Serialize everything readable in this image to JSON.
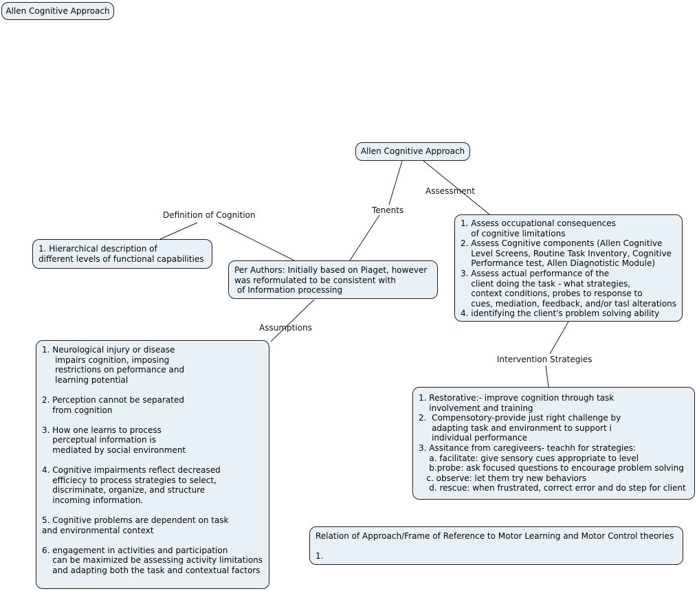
{
  "colors": {
    "node_fill": "#e9f1f6",
    "node_border": "#1f1f1f",
    "edge_line": "#1a1a1a",
    "background": "#ffffff",
    "text": "#050505"
  },
  "nodes": {
    "floating_root": {
      "label": "Allen Cognitive Approach"
    },
    "root": {
      "label": "Allen Cognitive Approach"
    },
    "definition_detail": {
      "text": "1. Hierarchical description of\ndifferent levels of functional capabilities"
    },
    "per_authors": {
      "text": "Per Authors: Initially based on Piaget, however\nwas reformulated to be consistent with\n of Information processing"
    },
    "assessment_detail": {
      "text": "1. Assess occupational consequences\n    of cognitive limitations\n2. Assess Cognitive components (Allen Cognitive\n    Level Screens, Routine Task Inventory, Cognitive\n    Performance test, Allen Diagnotistic Module)\n3. Assess actual performance of the\n    client doing the task - what strategies,\n    context conditions, probes to response to\n    cues, mediation, feedback, and/or tasl alterations\n4. identifying the client's problem solving ability"
    },
    "assumptions_detail": {
      "text": "1. Neurological injury or disease\n     impairs cognition, imposing\n     restrictions on peformance and\n     learning potential\n\n2. Perception cannot be separated\n    from cognition\n\n3. How one learns to process\n    perceptual information is\n    mediated by social environment\n\n4. Cognitive impairments reflect decreased\n    efficiecy to process strategies to select,\n    discriminate, organize, and structure\n    incoming information.\n\n5. Cognitive problems are dependent on task\nand environmental context\n\n6. engagement in activities and participation\n    can be maximized be assessing activity limitations\n    and adapting both the task and contextual factors"
    },
    "intervention_detail": {
      "text": "1. Restorative:- improve cognition through task\n    involvement and training\n2.  Compensotory-provide just right challenge by\n     adapting task and environment to support i\n     individual performance\n3. Assitance from caregiveers- teachh for strategies:\n    a. facilitate: give sensory cues appropriate to level\n    b.probe: ask focused questions to encourage problem solving\n   c. observe: let them try new behaviors\n    d. rescue: when frustrated, correct error and do step for client"
    },
    "relation": {
      "text": "Relation of Approach/Frame of Reference to Motor Learning and Motor Control theories\n\n1."
    }
  },
  "edge_labels": {
    "tenents": "Tenents",
    "assessment": "Assessment",
    "definition": "Definition of Cognition",
    "assumptions": "Assumptions",
    "intervention": "Intervention Strategies"
  }
}
